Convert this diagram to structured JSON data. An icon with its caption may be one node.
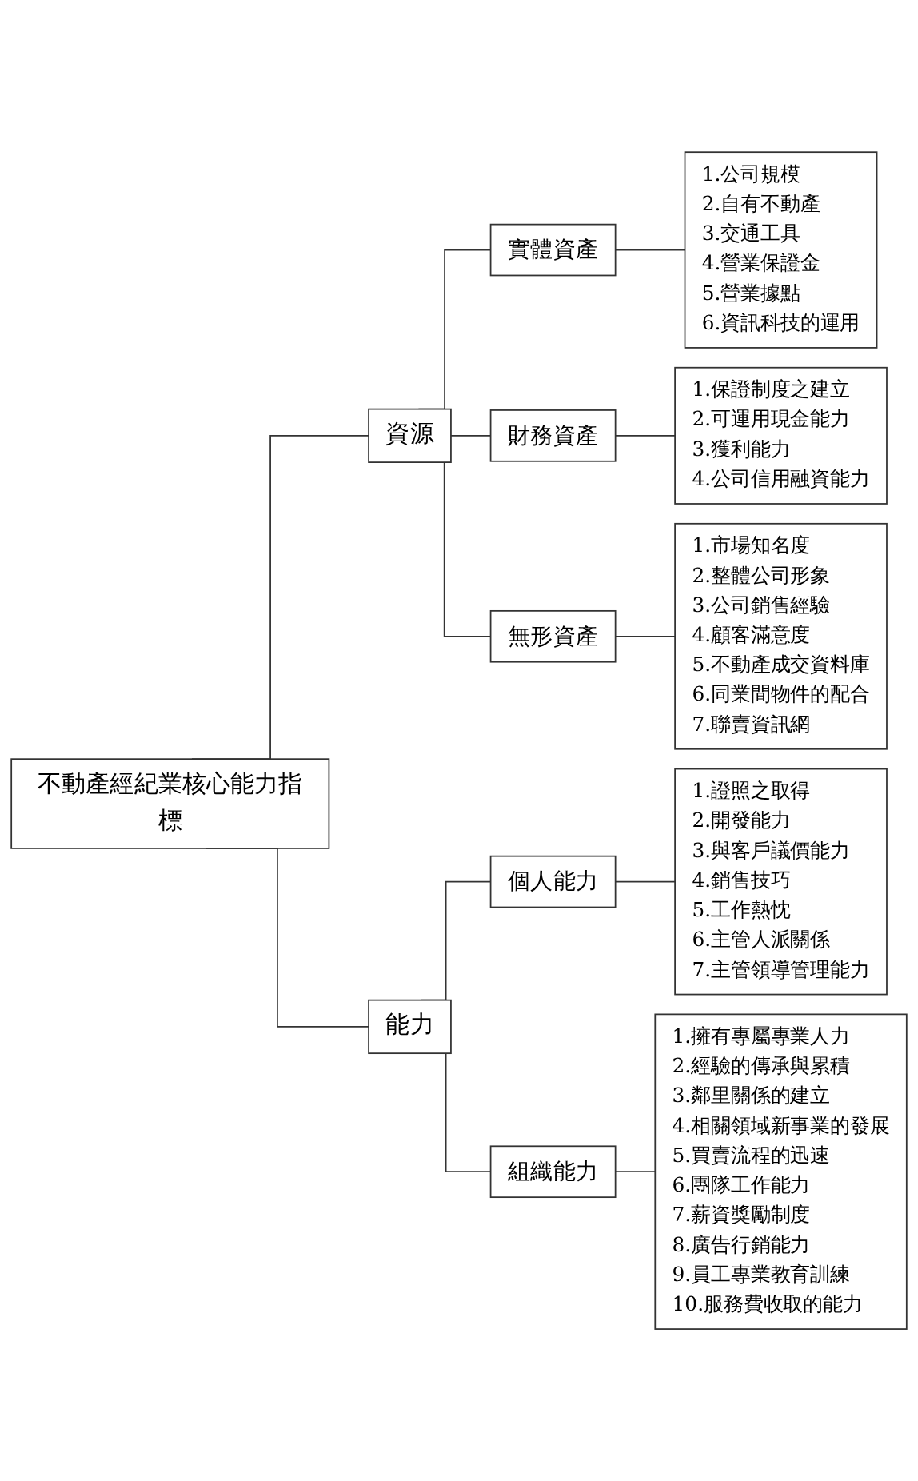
{
  "diagram": {
    "nodes": [
      {
        "text": [
          "不動產經紀業核心能力指標"
        ]
      },
      {
        "text": [
          "資源"
        ]
      },
      {
        "text": [
          "實體資產"
        ]
      },
      {
        "text": [
          "1.公司規模",
          "2.自有不動產",
          "3.交通工具",
          "4.營業保證金",
          "5.營業據點",
          "6.資訊科技的運用"
        ]
      },
      {
        "text": [
          "財務資產"
        ]
      },
      {
        "text": [
          "1.保證制度之建立",
          "2.可運用現金能力",
          "3.獲利能力",
          "4.公司信用融資能力"
        ]
      },
      {
        "text": [
          "無形資產"
        ]
      },
      {
        "text": [
          "1.市場知名度",
          "2.整體公司形象",
          "3.公司銷售經驗",
          "4.顧客滿意度",
          "5.不動產成交資料庫",
          "6.同業間物件的配合",
          "7.聯賣資訊網"
        ]
      },
      {
        "text": [
          "能力"
        ]
      },
      {
        "text": [
          "個人能力"
        ]
      },
      {
        "text": [
          "1.證照之取得",
          "2.開發能力",
          "3.與客戶議價能力",
          "4.銷售技巧",
          "5.工作熱忱",
          "6.主管人派關係",
          "7.主管領導管理能力"
        ]
      },
      {
        "text": [
          "組織能力"
        ]
      },
      {
        "text": [
          "1.擁有專屬專業人力",
          "2.經驗的傳承與累積",
          "3.鄰里關係的建立",
          "4.相關領域新事業的發展",
          "5.買賣流程的迅速",
          "6.團隊工作能力",
          "7.薪資獎勵制度",
          "8.廣告行銷能力",
          "9.員工專業教育訓練",
          "10.服務費收取的能力"
        ]
      }
    ],
    "edges": [
      {
        "from": 0,
        "to": 1,
        "arrow": "none"
      },
      {
        "from": 1,
        "to": 2,
        "arrow": "none"
      },
      {
        "from": 2,
        "to": 3,
        "arrow": "none"
      },
      {
        "from": 1,
        "to": 4,
        "arrow": "none"
      },
      {
        "from": 4,
        "to": 5,
        "arrow": "none"
      },
      {
        "from": 1,
        "to": 6,
        "arrow": "none"
      },
      {
        "from": 6,
        "to": 7,
        "arrow": "none"
      },
      {
        "from": 0,
        "to": 8,
        "arrow": "none"
      },
      {
        "from": 8,
        "to": 9,
        "arrow": "none"
      },
      {
        "from": 9,
        "to": 10,
        "arrow": "none"
      },
      {
        "from": 8,
        "to": 11,
        "arrow": "none"
      },
      {
        "from": 11,
        "to": 12,
        "arrow": "none"
      }
    ]
  }
}
